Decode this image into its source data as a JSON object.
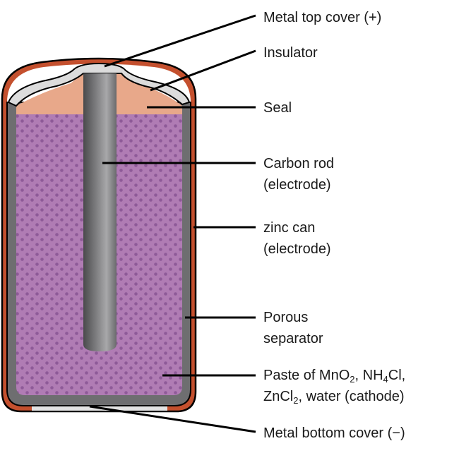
{
  "colors": {
    "outer_jacket": "#c4502e",
    "zinc_can": "#6e6e70",
    "seal": "#e8a88a",
    "paste": "#b07cb4",
    "paste_dots": "#8e5a98",
    "insulator": "#dcdcdc",
    "carbon_rod": "#7a7a7c",
    "leader_line": "#000000"
  },
  "labels": {
    "top_cover": "Metal top cover (+)",
    "insulator": "Insulator",
    "seal": "Seal",
    "carbon_rod_1": "Carbon rod",
    "carbon_rod_2": "(electrode)",
    "zinc_can_1": "zinc can",
    "zinc_can_2": "(electrode)",
    "separator_1": "Porous",
    "separator_2": "separator",
    "paste": {
      "a": "Paste of MnO",
      "b": "2",
      "c": ", NH",
      "d": "4",
      "e": "Cl,",
      "f": "ZnCl",
      "g": "2",
      "h": ", water (cathode)"
    },
    "bottom_cover": "Metal bottom cover (−)"
  }
}
